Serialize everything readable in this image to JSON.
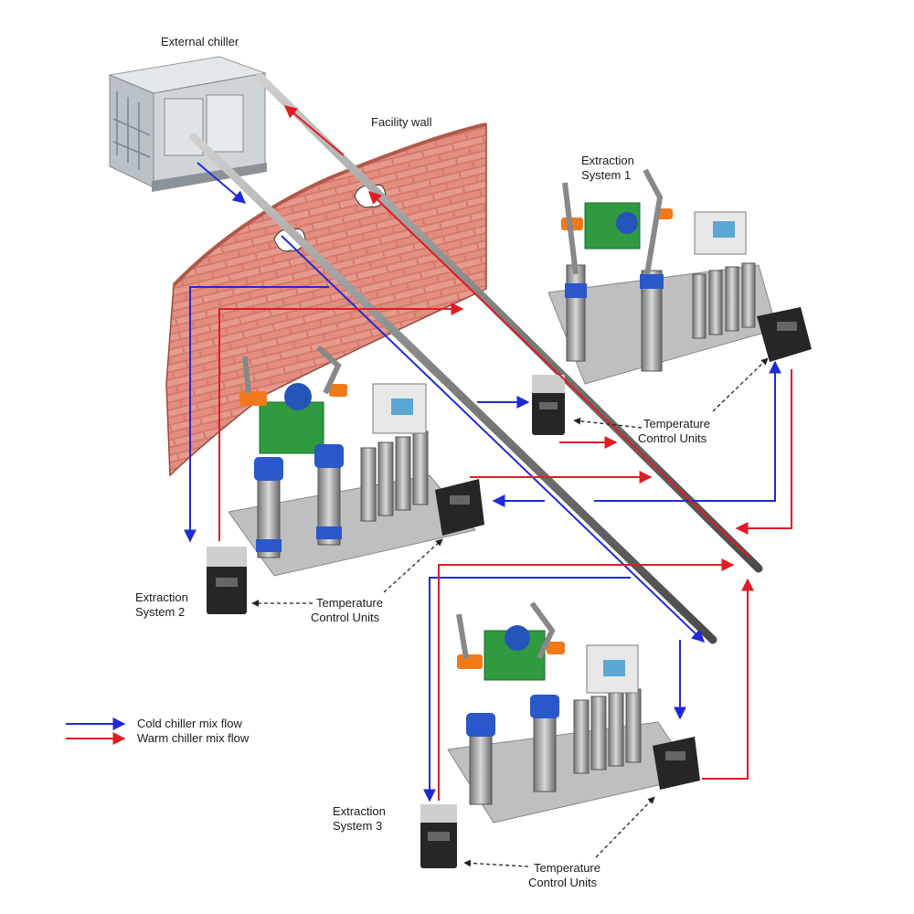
{
  "labels": {
    "external_chiller": "External chiller",
    "facility_wall": "Facility wall",
    "system1_line1": "Extraction",
    "system1_line2": "System 1",
    "system2_line1": "Extraction",
    "system2_line2": "System 2",
    "system3_line1": "Extraction",
    "system3_line2": "System 3",
    "tcu_line1": "Temperature",
    "tcu_line2": "Control Units"
  },
  "legend": {
    "items": [
      {
        "label": "Cold chiller mix flow",
        "color": "#1f2ad6"
      },
      {
        "label": "Warm chiller mix flow",
        "color": "#e01c24"
      }
    ]
  },
  "colors": {
    "cold": "#1f2ad6",
    "warm": "#e01c24",
    "brick": "#d9786a",
    "pipe": "#8a8a8a",
    "frame": "#b5b5b0",
    "pump": "#2f9a3f",
    "vessel": "#2a57c9"
  }
}
